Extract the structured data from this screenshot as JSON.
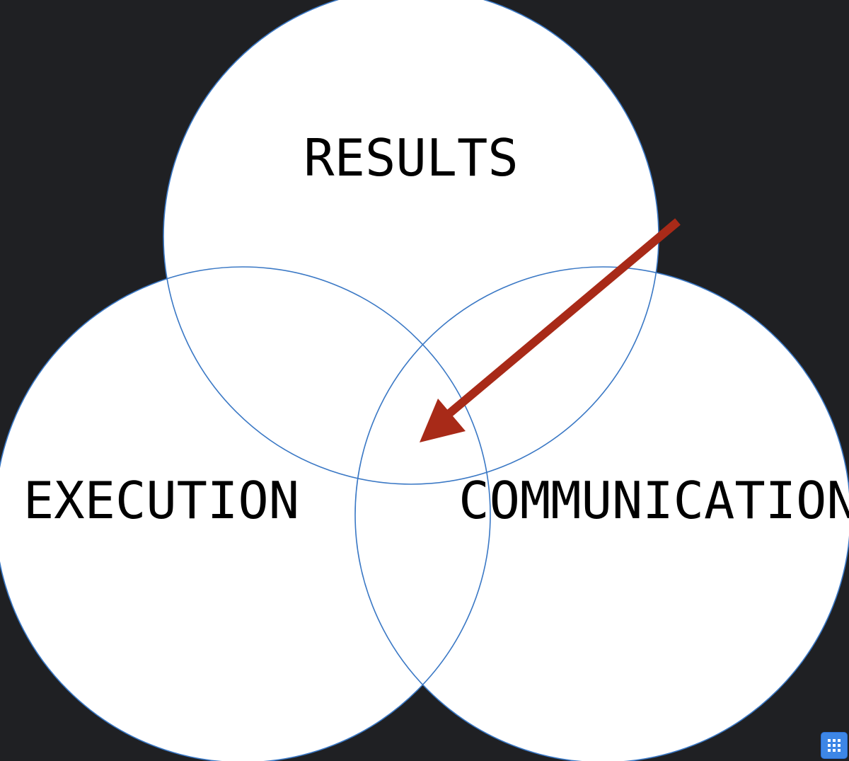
{
  "diagram": {
    "type": "venn",
    "sets": [
      {
        "id": "results",
        "label": "RESULTS"
      },
      {
        "id": "execution",
        "label": "EXECUTION"
      },
      {
        "id": "communication",
        "label": "COMMUNICATION"
      }
    ],
    "arrow": {
      "points_to": "intersection"
    }
  },
  "colors": {
    "background": "#1f2023",
    "circle_fill": "#ffffff",
    "circle_stroke": "#3a78c5",
    "arrow": "#a82a18",
    "label": "#000000",
    "corner_button": "#3d86e6"
  },
  "icons": {
    "corner_button": "grid-icon"
  }
}
